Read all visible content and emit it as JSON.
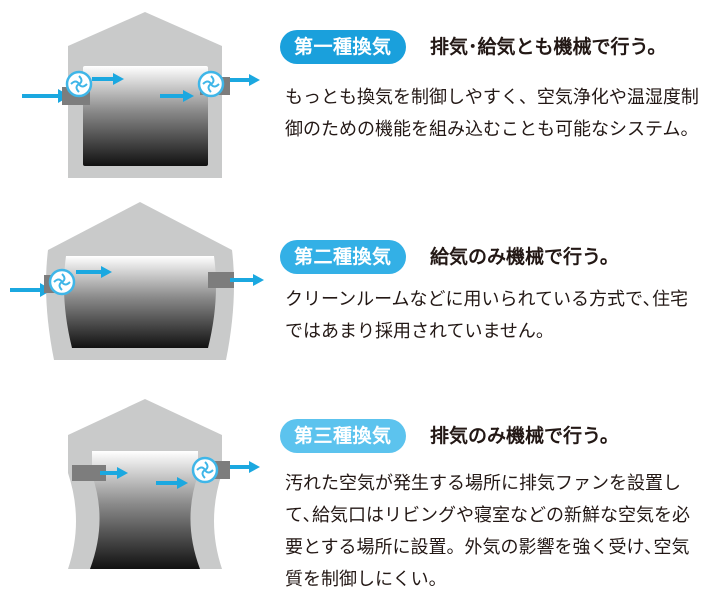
{
  "colors": {
    "house_outline": "#c9caca",
    "arrow": "#1ba8e0",
    "fan": "#3fb6e8",
    "duct": "#7d7d7d",
    "interior_top": "#ffffff",
    "interior_bottom": "#111111"
  },
  "sections": [
    {
      "badge": "第一種換気",
      "badge_color": "#1aa0dc",
      "heading": "排気･給気とも機械で行う。",
      "description": "もっとも換気を制御しやすく、空気浄化や温湿度制御のための機能を組み込むことも可能なシステム。",
      "intake": "fan",
      "exhaust": "fan"
    },
    {
      "badge": "第二種換気",
      "badge_color": "#33b0e6",
      "heading": "給気のみ機械で行う。",
      "description": "クリーンルームなどに用いられている方式で､住宅ではあまり採用されていません。",
      "intake": "fan",
      "exhaust": "duct"
    },
    {
      "badge": "第三種換気",
      "badge_color": "#5cc3ee",
      "heading": "排気のみ機械で行う。",
      "description": "汚れた空気が発生する場所に排気ファンを設置して､給気口はリビングや寝室などの新鮮な空気を必要とする場所に設置。外気の影響を強く受け､空気質を制御しにくい。",
      "intake": "duct",
      "exhaust": "fan"
    }
  ]
}
